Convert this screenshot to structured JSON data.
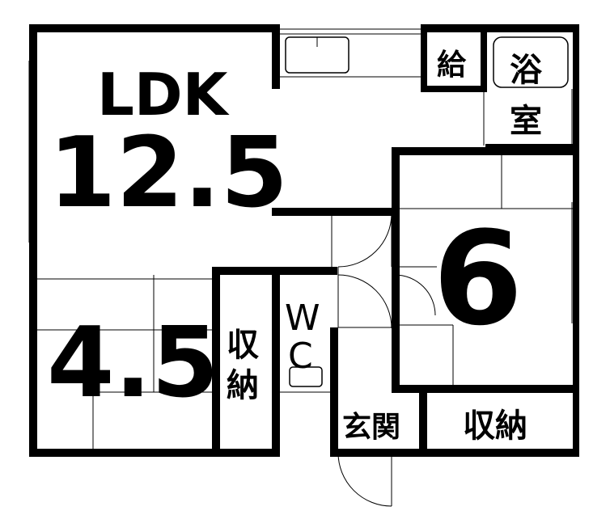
{
  "rooms": {
    "ldk": {
      "label": "LDK",
      "size": "12.5"
    },
    "room_6": {
      "size": "6"
    },
    "room_45": {
      "size": "4.5"
    },
    "storage_left": {
      "label_top": "収",
      "label_bottom": "納"
    },
    "wc": {
      "label_top": "W",
      "label_bottom": "C"
    },
    "water_heater": {
      "label": "給"
    },
    "bath": {
      "label_top": "浴",
      "label_bottom": "室"
    },
    "entrance": {
      "label": "玄関"
    },
    "storage_right": {
      "label": "収納"
    }
  }
}
